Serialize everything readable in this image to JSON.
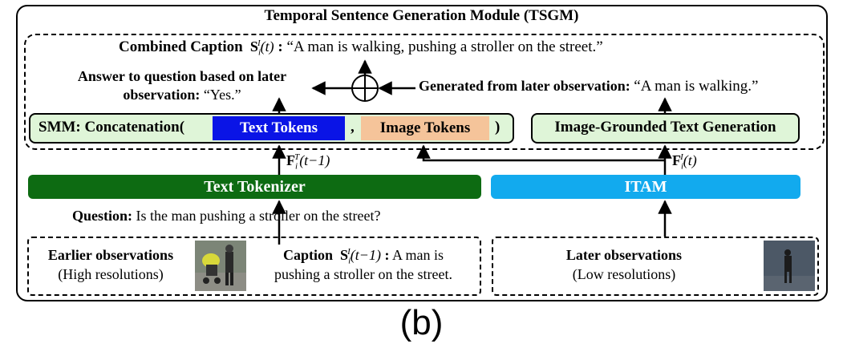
{
  "module_title": "Temporal Sentence Generation Module (TSGM)",
  "combined_caption": {
    "label": "Combined Caption",
    "symbol": "S",
    "sub": "i",
    "sup": "I",
    "arg": "(t)",
    "colon": ":",
    "text": "“A man is walking, pushing a stroller on the street.”"
  },
  "answer": {
    "line1": "Answer to question based on later",
    "line2_label": "observation:",
    "line2_text": "“Yes.”"
  },
  "generated": {
    "label": "Generated from later observation:",
    "text": "“A man is walking.”"
  },
  "smm": {
    "prefix": "SMM:  Concatenation(",
    "text_tokens": "Text Tokens",
    "comma": ",",
    "image_tokens": "Image Tokens",
    "close": ")"
  },
  "itg": {
    "label": "Image-Grounded Text Generation"
  },
  "features": {
    "text_feature": {
      "symbol": "F",
      "sub": "i",
      "sup": "T",
      "arg": "(t−1)"
    },
    "image_feature": {
      "symbol": "F",
      "sub": "i",
      "sup": "I",
      "arg": "(t)"
    }
  },
  "text_tokenizer": {
    "label": "Text Tokenizer",
    "color": "#0d6b12"
  },
  "itam": {
    "label": "ITAM",
    "color": "#12aaee"
  },
  "question": {
    "label": "Question:",
    "text": "Is the man pushing a stroller on the street?"
  },
  "earlier": {
    "title": "Earlier observations",
    "subtitle": "(High resolutions)",
    "caption_label": "Caption",
    "caption_symbol": "S",
    "caption_sub": "i",
    "caption_sup": "I",
    "caption_arg": "(t−1)",
    "caption_colon": ":",
    "caption_text1": "A man is",
    "caption_text2": "pushing a stroller on the street."
  },
  "later": {
    "title": "Later observations",
    "subtitle": "(Low resolutions)"
  },
  "panel_label": "(b)"
}
